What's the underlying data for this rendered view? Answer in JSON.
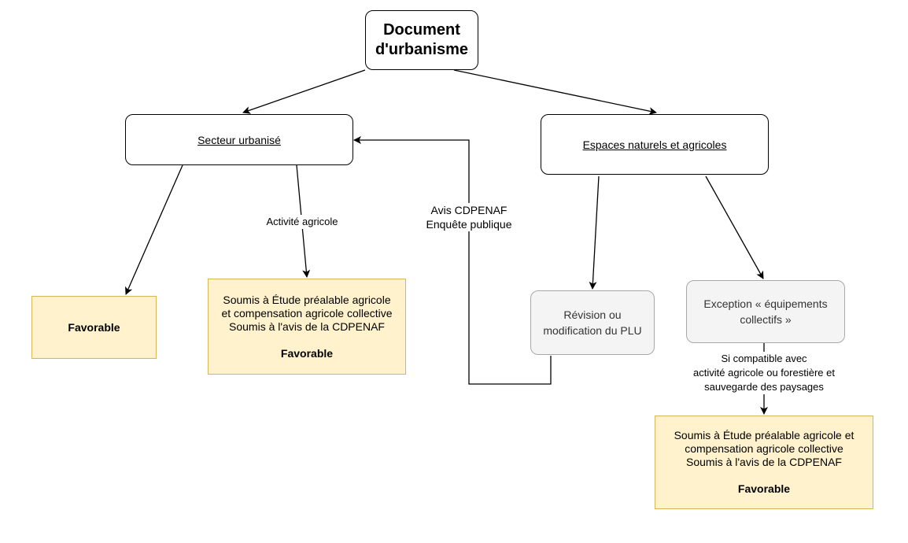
{
  "nodes": {
    "root": {
      "line1": "Document",
      "line2": "d'urbanisme"
    },
    "secteur": {
      "label": "Secteur urbanisé"
    },
    "espaces": {
      "label": "Espaces naturels et agricoles"
    },
    "favorable_left": {
      "label": "Favorable"
    },
    "etude_left": {
      "text": "Soumis à Étude préalable agricole\net compensation agricole collective\nSoumis à l'avis de la CDPENAF",
      "verdict": "Favorable"
    },
    "revision": {
      "line1": "Révision ou",
      "line2": "modification du PLU"
    },
    "exception": {
      "line1": "Exception « équipements",
      "line2": "collectifs »"
    },
    "etude_right": {
      "text": "Soumis à Étude préalable agricole et\ncompensation agricole collective\nSoumis à l'avis de la CDPENAF",
      "verdict": "Favorable"
    }
  },
  "edge_labels": {
    "activite": "Activité agricole",
    "avis": {
      "line1": "Avis CDPENAF",
      "line2": "Enquête publique"
    },
    "compatible": {
      "line1": "Si compatible avec",
      "line2": "activité agricole ou forestière et",
      "line3": "sauvegarde des paysages"
    }
  },
  "colors": {
    "stroke": "#000000",
    "yellow_fill": "#fff2cc",
    "yellow_stroke": "#d6b656",
    "grey_fill": "#f4f4f4",
    "grey_stroke": "#a8a8a8"
  }
}
